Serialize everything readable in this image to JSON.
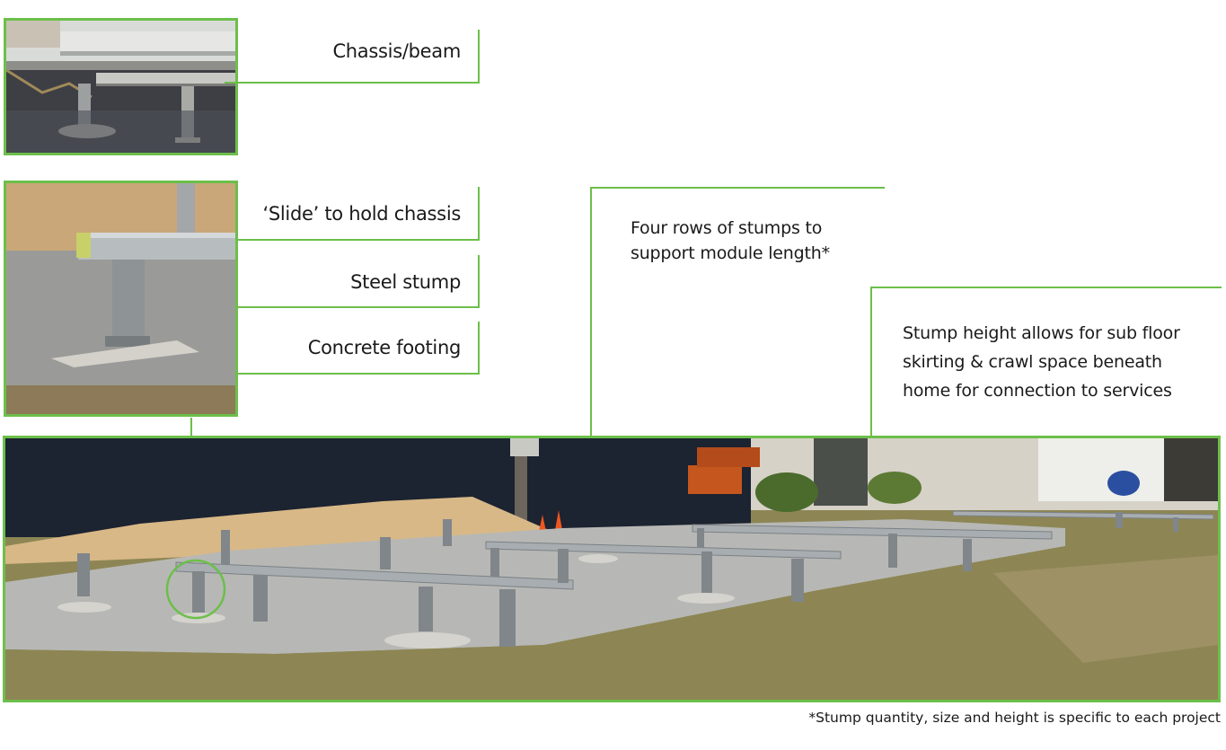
{
  "labels": {
    "chassis_beam": "Chassis/beam",
    "slide": "‘Slide’ to hold chassis",
    "steel_stump": "Steel stump",
    "concrete_footing": "Concrete footing"
  },
  "notes": {
    "four_rows_line1": "Four rows of stumps to",
    "four_rows_line2": "support module length*",
    "stump_height_line1": "Stump height allows  for sub floor",
    "stump_height_line2": "skirting &  crawl space beneath",
    "stump_height_line3": "home for connection to services"
  },
  "footnote": "*Stump quantity, size and height is specific to each project",
  "colors": {
    "accent_green": "#6cbf4a",
    "steel": "#9aa0a6",
    "gravel": "#b9bab8",
    "grass": "#8f8a55",
    "fence": "#1c2331"
  }
}
